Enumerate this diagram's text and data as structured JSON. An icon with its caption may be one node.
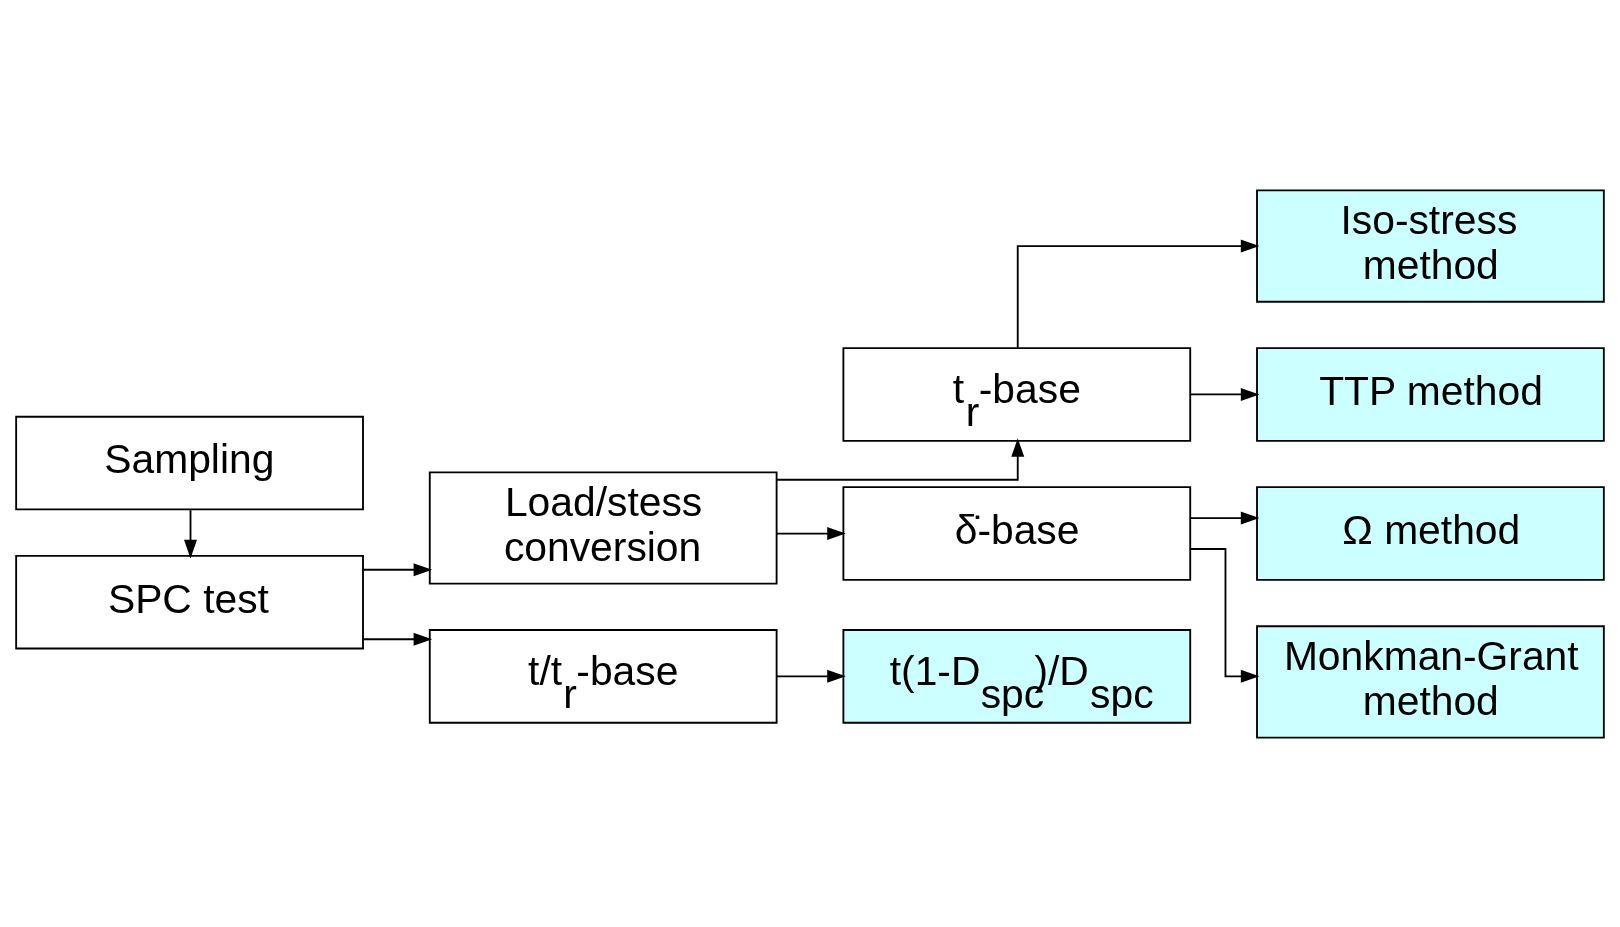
{
  "diagram": {
    "nodes": [
      {
        "text": [
          "Sampling"
        ]
      },
      {
        "text": [
          "SPC test"
        ]
      },
      {
        "text": [
          "Load/stess conversion"
        ]
      },
      {
        "text": [
          "t$_{r}$-base"
        ]
      },
      {
        "text": [
          "δ̇-base"
        ]
      },
      {
        "text": [
          "t/t$_{r}$-base"
        ]
      },
      {
        "text": [
          "Iso-stress method"
        ]
      },
      {
        "text": [
          "TTP method"
        ]
      },
      {
        "text": [
          "Ω method"
        ]
      },
      {
        "text": [
          "Monkman-Grant method"
        ]
      },
      {
        "text": [
          "t(1-D$_{spc}$)/D$_{spc}$"
        ]
      }
    ],
    "edges": [
      {
        "from": 0,
        "to": 1,
        "arrow": "to"
      },
      {
        "from": 1,
        "to": 2,
        "arrow": "to"
      },
      {
        "from": 1,
        "to": 5,
        "arrow": "to"
      },
      {
        "from": 2,
        "to": 3,
        "arrow": "to"
      },
      {
        "from": 2,
        "to": 4,
        "arrow": "to"
      },
      {
        "from": 3,
        "to": 6,
        "arrow": "to"
      },
      {
        "from": 3,
        "to": 7,
        "arrow": "to"
      },
      {
        "from": 4,
        "to": 8,
        "arrow": "to"
      },
      {
        "from": 4,
        "to": 9,
        "arrow": "to"
      },
      {
        "from": 5,
        "to": 10,
        "arrow": "to"
      }
    ]
  }
}
